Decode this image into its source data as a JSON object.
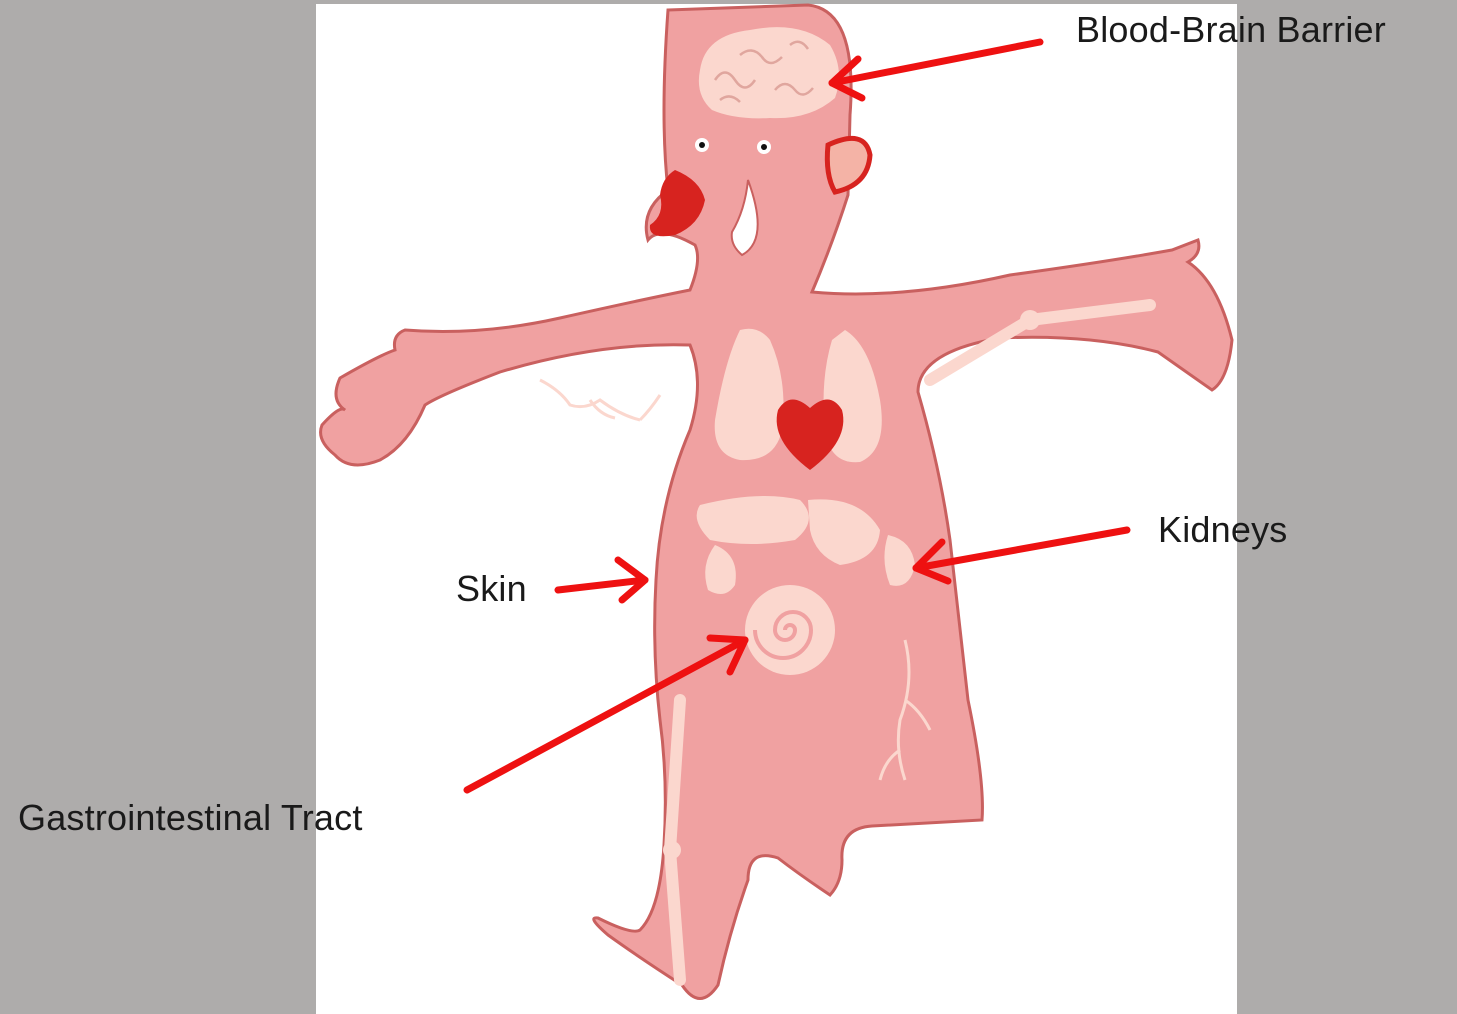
{
  "slide": {
    "background_color": "#aeacab",
    "panel_color": "#ffffff",
    "arrow_color": "#ee1111",
    "labels": {
      "blood_brain_barrier": "Blood-Brain Barrier",
      "kidneys": "Kidneys",
      "skin": "Skin",
      "gastrointestinal_tract": "Gastrointestinal Tract"
    }
  },
  "figure": {
    "body_color": "#f0a1a1",
    "organ_color": "#fbd7ce",
    "outline_color": "#c9605f",
    "heart_color": "#d7231f"
  }
}
